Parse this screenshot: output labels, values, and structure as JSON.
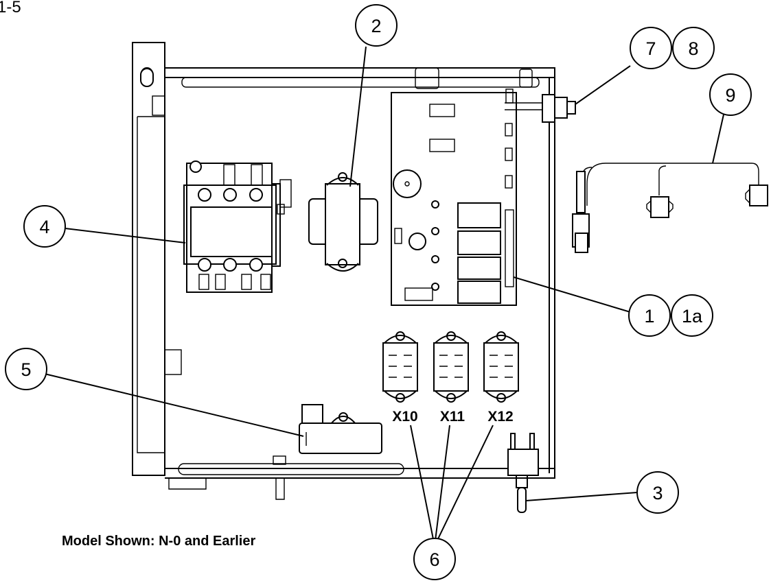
{
  "corner_label": "1-5",
  "caption": "Model Shown: N-0 and Earlier",
  "relay_labels": [
    "X10",
    "X11",
    "X12"
  ],
  "callouts": [
    "1",
    "1a",
    "2",
    "3",
    "4",
    "5",
    "6",
    "7",
    "8",
    "9"
  ]
}
